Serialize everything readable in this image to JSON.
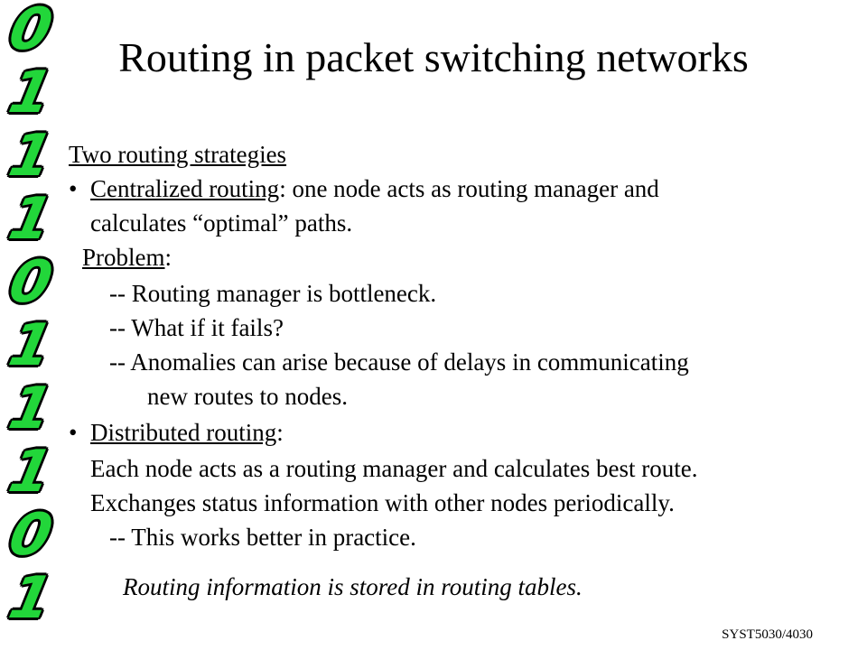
{
  "title": "Routing in packet switching networks",
  "side_digits": [
    "0",
    "1",
    "1",
    "1",
    "0",
    "1",
    "1",
    "1",
    "0",
    "1"
  ],
  "heading": "Two routing strategies",
  "bullet_char": "•",
  "centralized": {
    "term": "Centralized routing",
    "rest": ": one node acts as routing manager and",
    "line2": "calculates “optimal” paths.",
    "problem_term": "Problem",
    "problem_rest": ":",
    "items": [
      "--  Routing manager is bottleneck.",
      "--  What if it fails?",
      "--  Anomalies can arise because of delays in communicating"
    ],
    "item3_cont": "new routes to nodes."
  },
  "distributed": {
    "term": "Distributed routing",
    "rest": ":",
    "line1": "Each node acts as a routing manager and calculates best route.",
    "line2": "Exchanges status information with other nodes periodically.",
    "line3": "-- This works better in practice."
  },
  "note": "Routing information is stored in routing tables.",
  "footer": "SYST5030/4030"
}
